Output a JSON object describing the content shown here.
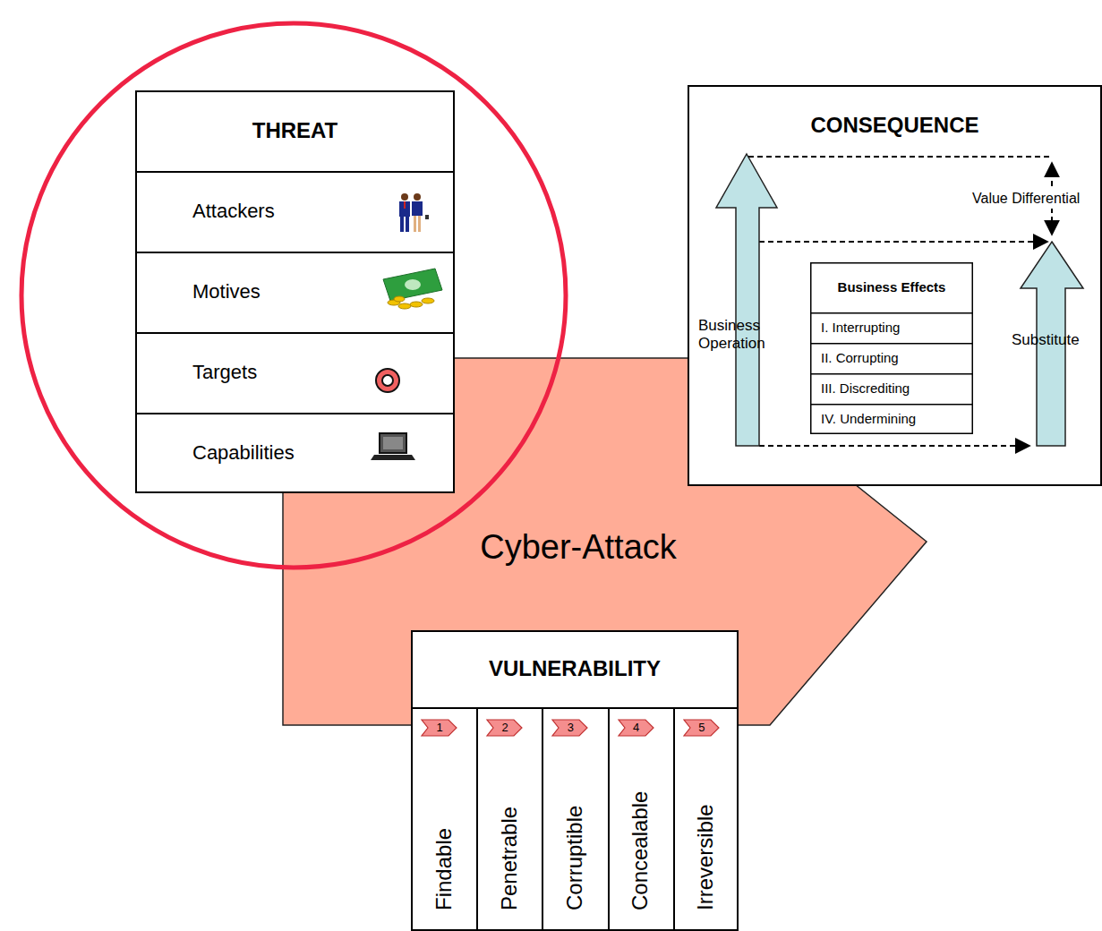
{
  "diagram": {
    "nodes": [
      {
        "text": [
          "THREAT"
        ]
      },
      {
        "text": [
          "Attackers"
        ],
        "in": 0
      },
      {
        "text": [
          "Motives"
        ],
        "in": 0
      },
      {
        "text": [
          "Targets"
        ],
        "in": 0
      },
      {
        "text": [
          "Capabilities"
        ],
        "in": 0
      },
      {
        "text": [
          "Cyber-Attack"
        ]
      },
      {
        "text": [
          "CONSEQUENCE"
        ]
      },
      {
        "text": [
          "Business Operation"
        ],
        "in": 6
      },
      {
        "text": [
          "Business Effects"
        ],
        "in": 6
      },
      {
        "text": [
          "I. Interrupting"
        ],
        "in": 8
      },
      {
        "text": [
          "II. Corrupting"
        ],
        "in": 8
      },
      {
        "text": [
          "III. Discrediting"
        ],
        "in": 8
      },
      {
        "text": [
          "IV. Undermining"
        ],
        "in": 8
      },
      {
        "text": [
          "Substitute"
        ],
        "in": 6
      },
      {
        "text": [
          "VULNERABILITY"
        ]
      },
      {
        "text": [
          "1",
          "Findable"
        ],
        "in": 14
      },
      {
        "text": [
          "2",
          "Penetrable"
        ],
        "in": 14
      },
      {
        "text": [
          "3",
          "Corruptible"
        ],
        "in": 14
      },
      {
        "text": [
          "4",
          "Concealable"
        ],
        "in": 14
      },
      {
        "text": [
          "5",
          "Irreversible"
        ],
        "in": 14
      }
    ],
    "edges": [
      {
        "from": 7,
        "to": 13,
        "arrow": "to"
      },
      {
        "from": 7,
        "to": 13,
        "arrow": "to"
      }
    ],
    "labels": [
      "Value Differential"
    ]
  }
}
